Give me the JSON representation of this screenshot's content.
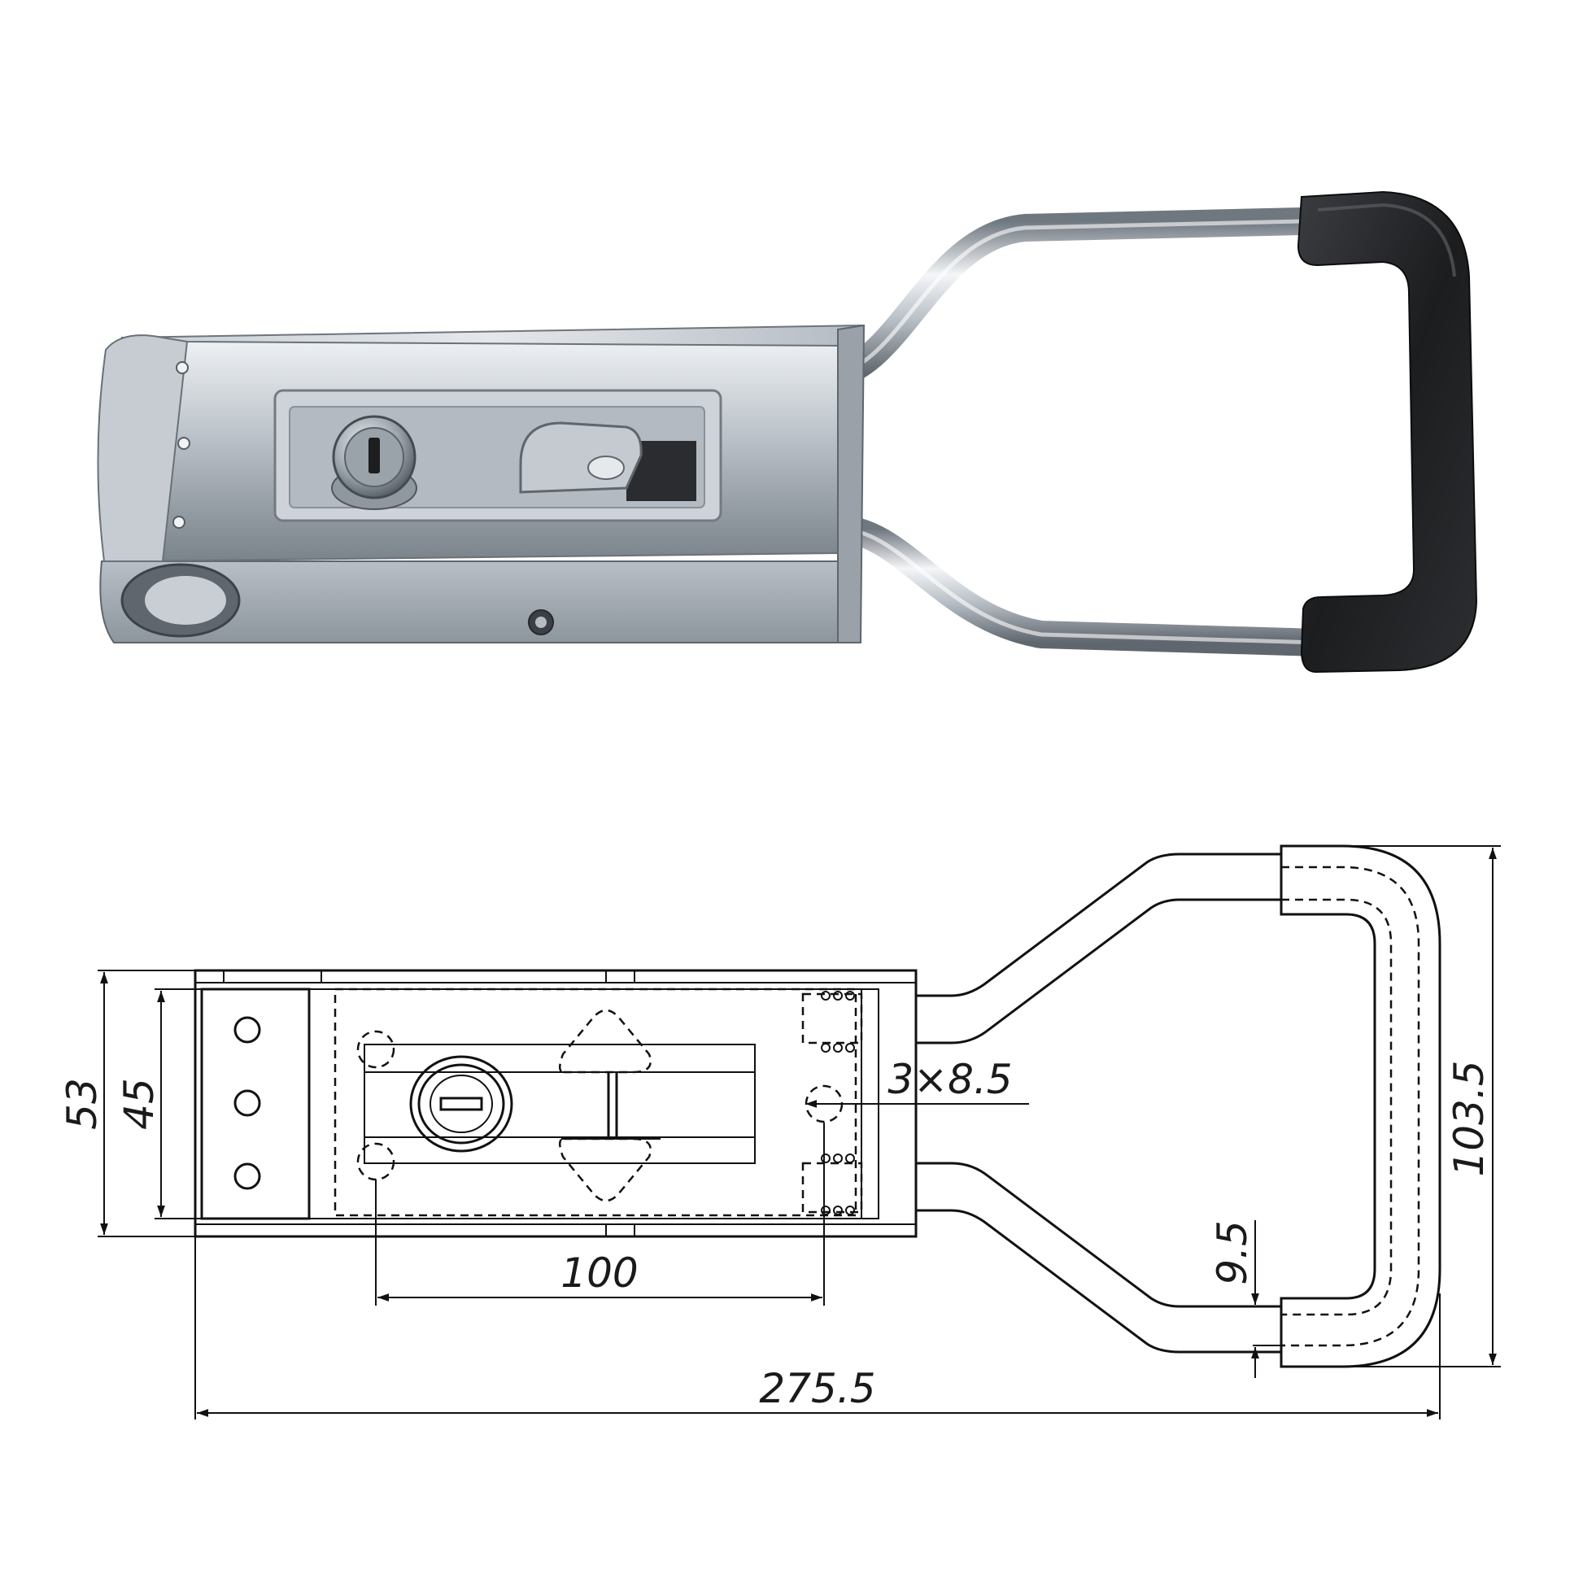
{
  "product_photo": {
    "subject": "stainless-steel-over-centre-latch-with-lock-and-rubber-handle"
  },
  "drawing": {
    "dimensions": {
      "overall_length": "275.5",
      "handle_height": "103.5",
      "body_width": "53",
      "inner_width": "45",
      "hole_spacing": "100",
      "mounting_holes": "3×8.5",
      "grip_offset": "9.5"
    }
  },
  "colors": {
    "background": "#ffffff",
    "line": "#111111",
    "steel_light": "#dfe3e8",
    "steel_mid": "#a9b0b8",
    "steel_dark": "#6e757d",
    "rubber": "#1e1f21"
  }
}
